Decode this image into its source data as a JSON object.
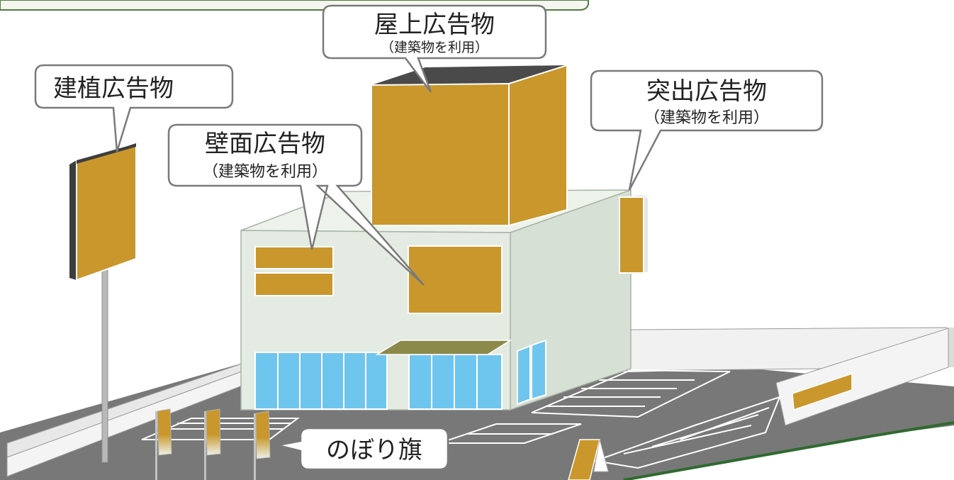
{
  "labels": {
    "okujou": {
      "title": "屋上広告物",
      "sub": "（建築物を利用）"
    },
    "tateue": {
      "title": "建植広告物"
    },
    "hekimen": {
      "title": "壁面広告物",
      "sub": "（建築物を利用）"
    },
    "tsukidashi": {
      "title": "突出広告物",
      "sub": "（建築物を利用）"
    },
    "nobori": {
      "title": "のぼり旗"
    }
  },
  "colors": {
    "sign": "#c9972c",
    "sign_edge": "#a07420",
    "building": "#e4ebe2",
    "building_roof": "#edf3eb",
    "building_side": "#d7e0d5",
    "window": "#6ec6ef",
    "pavement": "#787878",
    "curb": "#2f6a2f",
    "awning": "#8c8a4a",
    "callout_border": "#7a7a7a"
  }
}
